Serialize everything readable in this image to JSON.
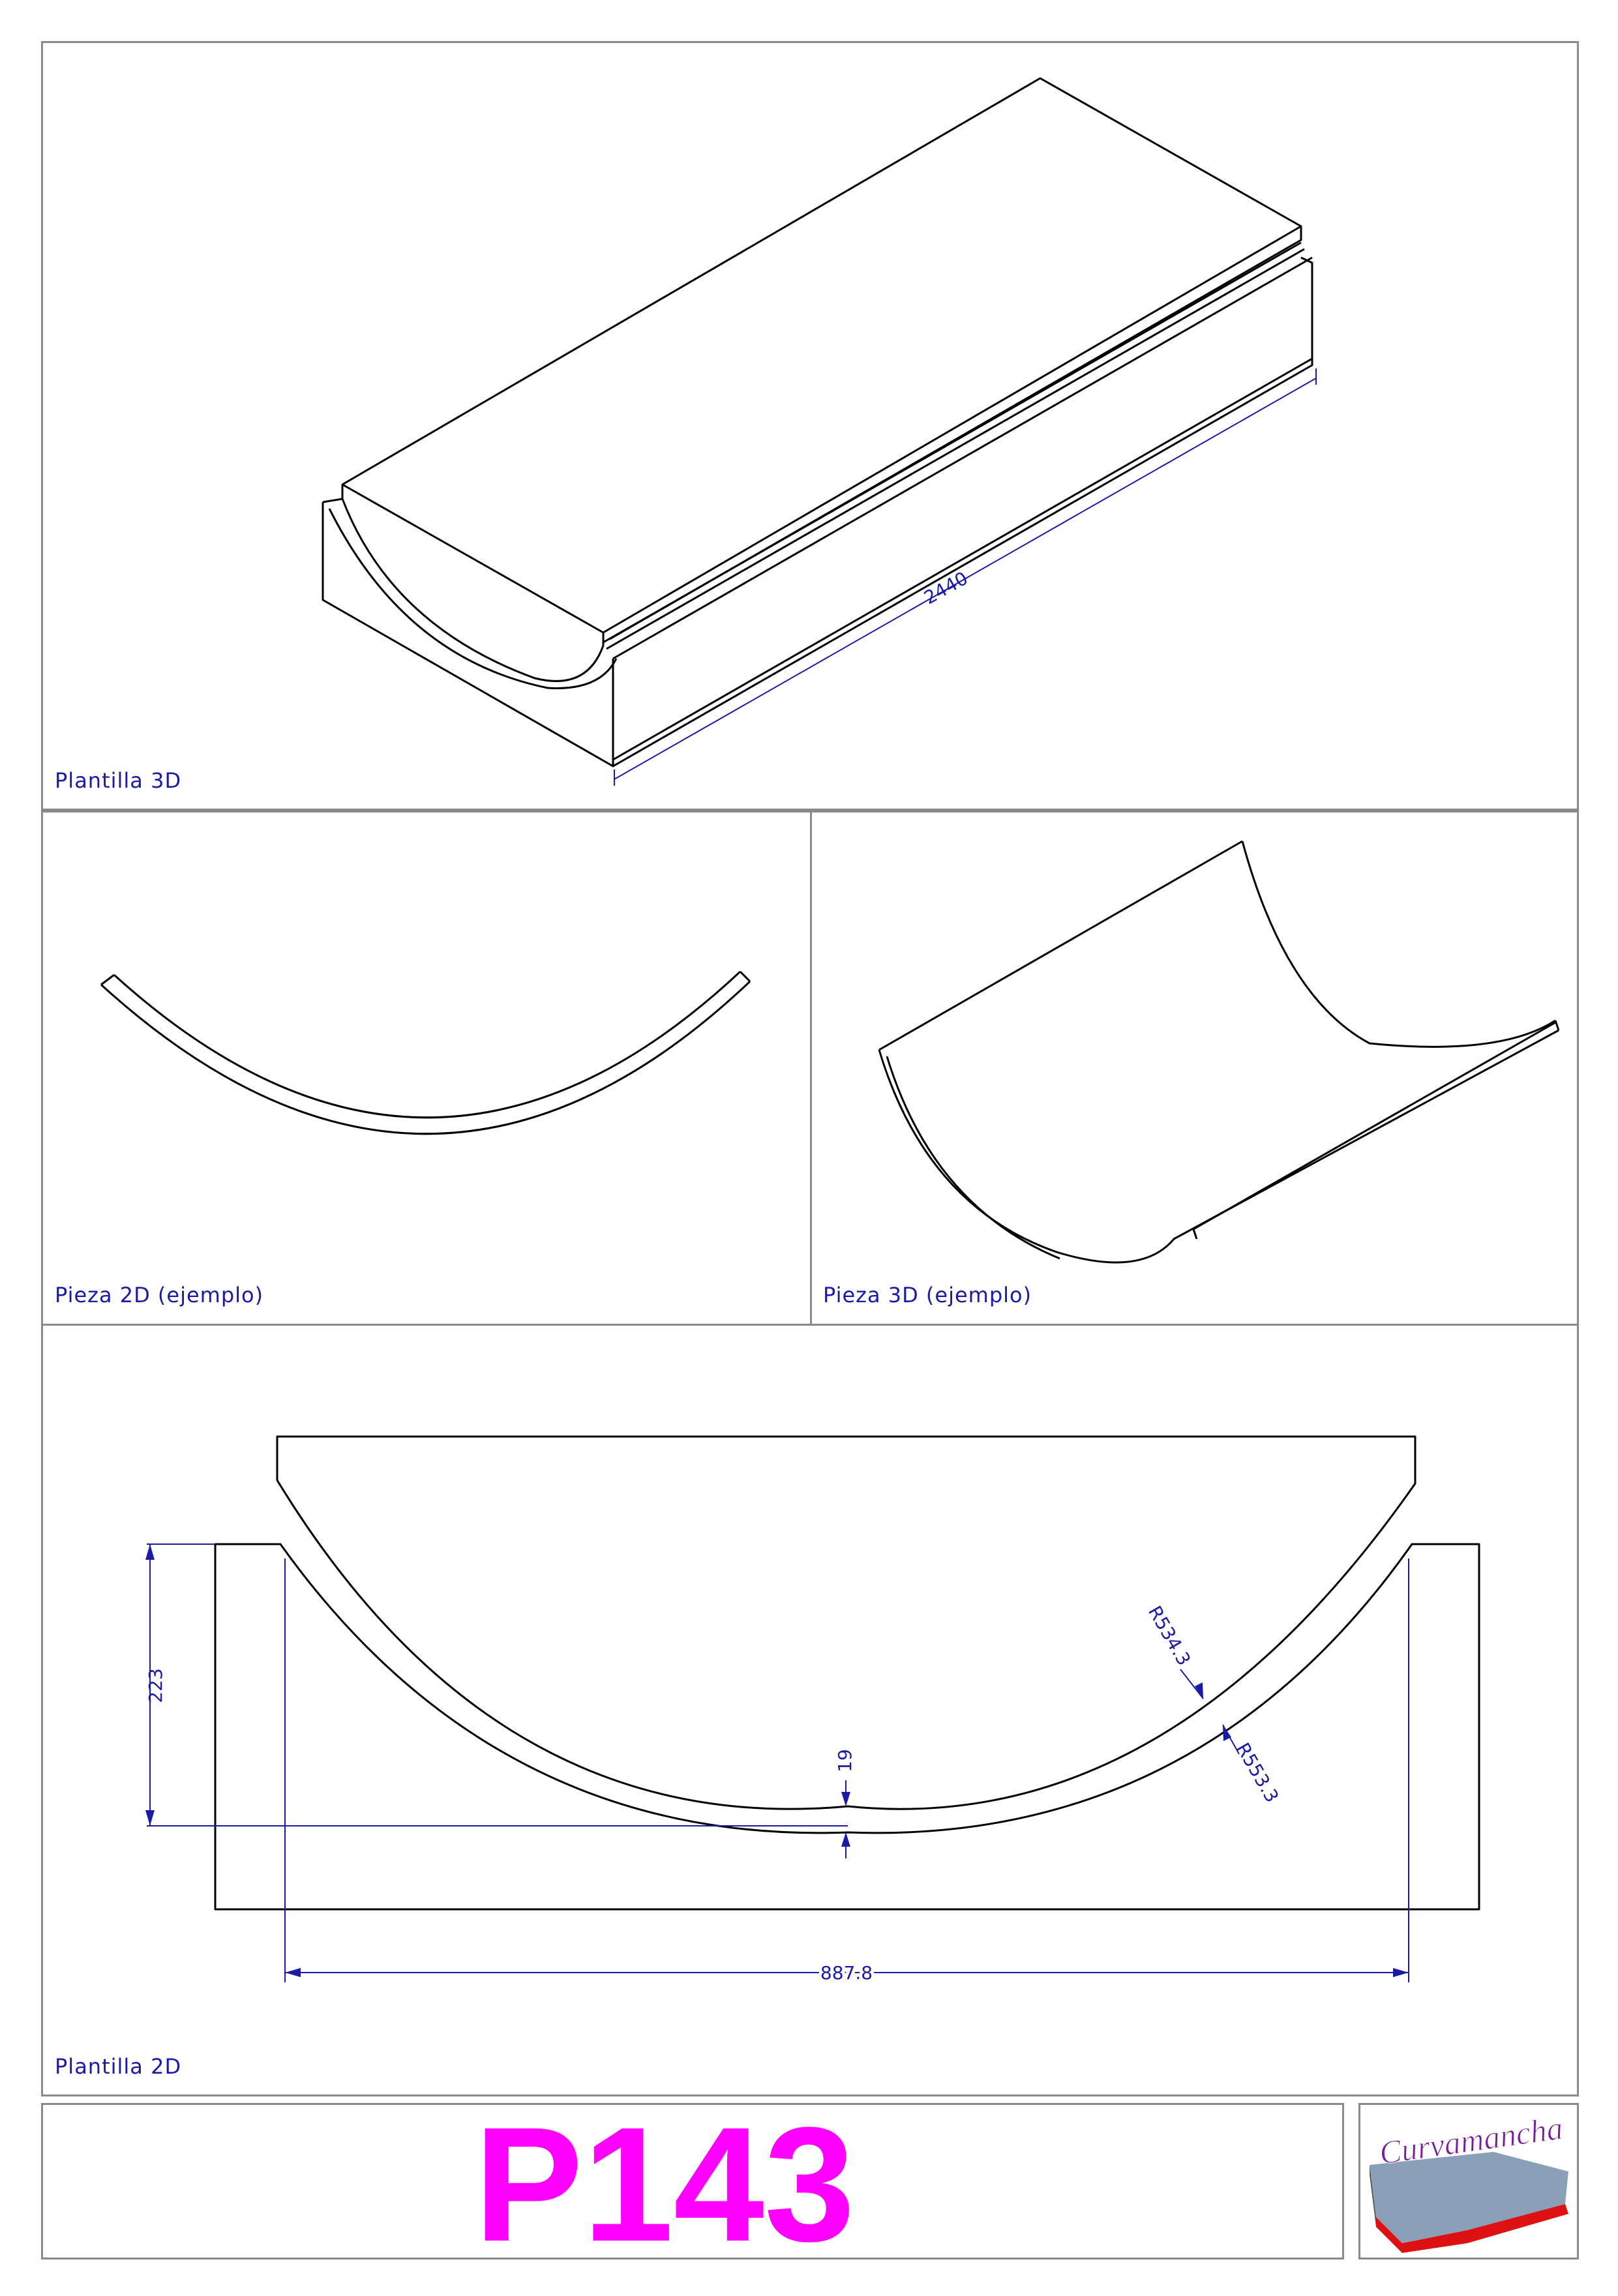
{
  "panels": {
    "top_3d": {
      "caption": "Plantilla 3D",
      "dimension": "2440"
    },
    "piece_2d": {
      "caption": "Pieza 2D (ejemplo)"
    },
    "piece_3d": {
      "caption": "Pieza 3D (ejemplo)"
    },
    "template_2d": {
      "caption": "Plantilla 2D",
      "dim_height": "223",
      "dim_thickness": "19",
      "dim_width": "887.8",
      "radius_inner": "R534.3",
      "radius_outer": "R553.3"
    }
  },
  "title_block": {
    "code": "P143",
    "logo_text": "Curvamancha"
  },
  "colors": {
    "border": "#8a8a8a",
    "line": "#000000",
    "dimension": "#1a1aa6",
    "code": "#ff00ff"
  }
}
